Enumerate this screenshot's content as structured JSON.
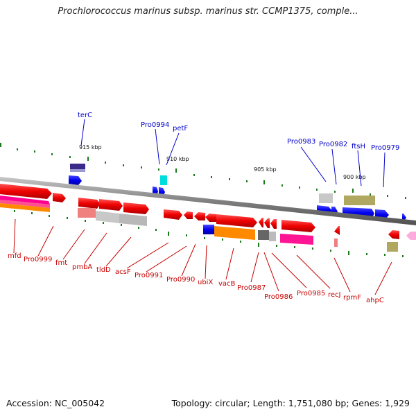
{
  "title": "Prochlorococcus marinus subsp. marinus str. CCMP1375, comple...",
  "accession": "Accession: NC_005042",
  "summary": "Topology: circular; Length: 1,751,080 bp; Genes: 1,929",
  "colors": {
    "backbone": "#8c8c8c",
    "cds": "#ee0000",
    "blast_blue": "#0000ee",
    "label_blue": "#0000c8",
    "label_red": "#c80000",
    "tick": "#1a7a1a"
  },
  "scale_labels": [
    {
      "text": "915 kbp",
      "kbp": 915
    },
    {
      "text": "910 kbp",
      "kbp": 910
    },
    {
      "text": "905 kbp",
      "kbp": 905
    },
    {
      "text": "900 kbp",
      "kbp": 900
    }
  ],
  "labels_top": [
    "terC",
    "Pro0994",
    "petF",
    "Pro0983",
    "Pro0982",
    "ftsH",
    "Pro0979"
  ],
  "labels_bottom": [
    "mfd",
    "Pro0999",
    "fmt",
    "pmbA",
    "tldD",
    "acsF",
    "Pro0991",
    "Pro0990",
    "ubiX",
    "vacB",
    "Pro0987",
    "Pro0986",
    "Pro0985",
    "recJ",
    "rpmF",
    "ahpC"
  ]
}
